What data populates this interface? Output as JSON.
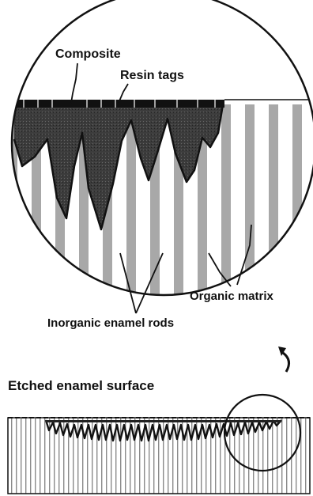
{
  "labels": {
    "composite": "Composite",
    "resin_tags": "Resin tags",
    "organic_matrix": "Organic matrix",
    "inorganic_rods": "Inorganic enamel rods",
    "etched_surface": "Etched enamel surface"
  },
  "icons": {
    "zoom_arrow": "curved-arrow-icon"
  },
  "colors": {
    "ink": "#111111",
    "resin": "#3a3a3a",
    "rod_stripe": "#9a9a9a",
    "background": "#ffffff"
  }
}
